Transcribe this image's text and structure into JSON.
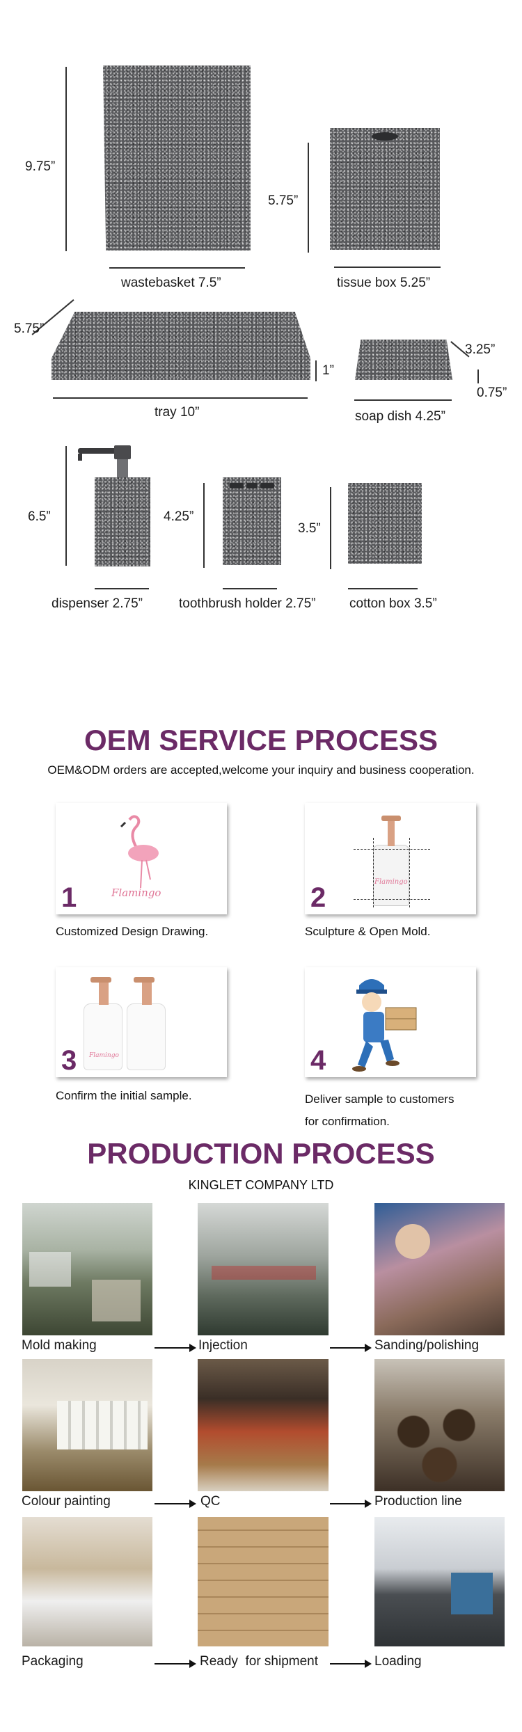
{
  "dimensions": {
    "wastebasket_height": "9.75”",
    "wastebasket_label": "wastebasket 7.5”",
    "tissue_height": "5.75”",
    "tissue_label": "tissue box 5.25”",
    "tray_depth": "5.75”",
    "tray_height": "1”",
    "tray_label": "tray 10”",
    "soap_depth": "3.25”",
    "soap_height": "0.75”",
    "soap_label": "soap dish 4.25”",
    "dispenser_height": "6.5”",
    "dispenser_label": "dispenser 2.75”",
    "toothbrush_height": "4.25”",
    "toothbrush_label": "toothbrush holder 2.75”",
    "cotton_height": "3.5”",
    "cotton_label": "cotton box 3.5”"
  },
  "oem": {
    "title": "OEM SERVICE PROCESS",
    "subtitle": "OEM&ODM orders are accepted,welcome your inquiry and business cooperation.",
    "steps": [
      {
        "num": "1",
        "caption": "Customized Design Drawing.",
        "art_text": "Flamingo"
      },
      {
        "num": "2",
        "caption": "Sculpture & Open Mold.",
        "art_text": "Flamingo"
      },
      {
        "num": "3",
        "caption": "Confirm the initial sample.",
        "art_text": "Flamingo"
      },
      {
        "num": "4",
        "caption": "Deliver sample to customers\nfor confirmation."
      }
    ]
  },
  "production": {
    "title": "PRODUCTION PROCESS",
    "company": "KINGLET COMPANY LTD",
    "steps": [
      "Mold making",
      "Injection",
      "Sanding/polishing",
      "Colour painting",
      "QC",
      "Production line",
      "Packaging",
      "Ready  for shipment",
      "Loading"
    ]
  },
  "colors": {
    "accent": "#6b2a66",
    "product": "#58595c",
    "rose_gold": "#c98f6e"
  }
}
